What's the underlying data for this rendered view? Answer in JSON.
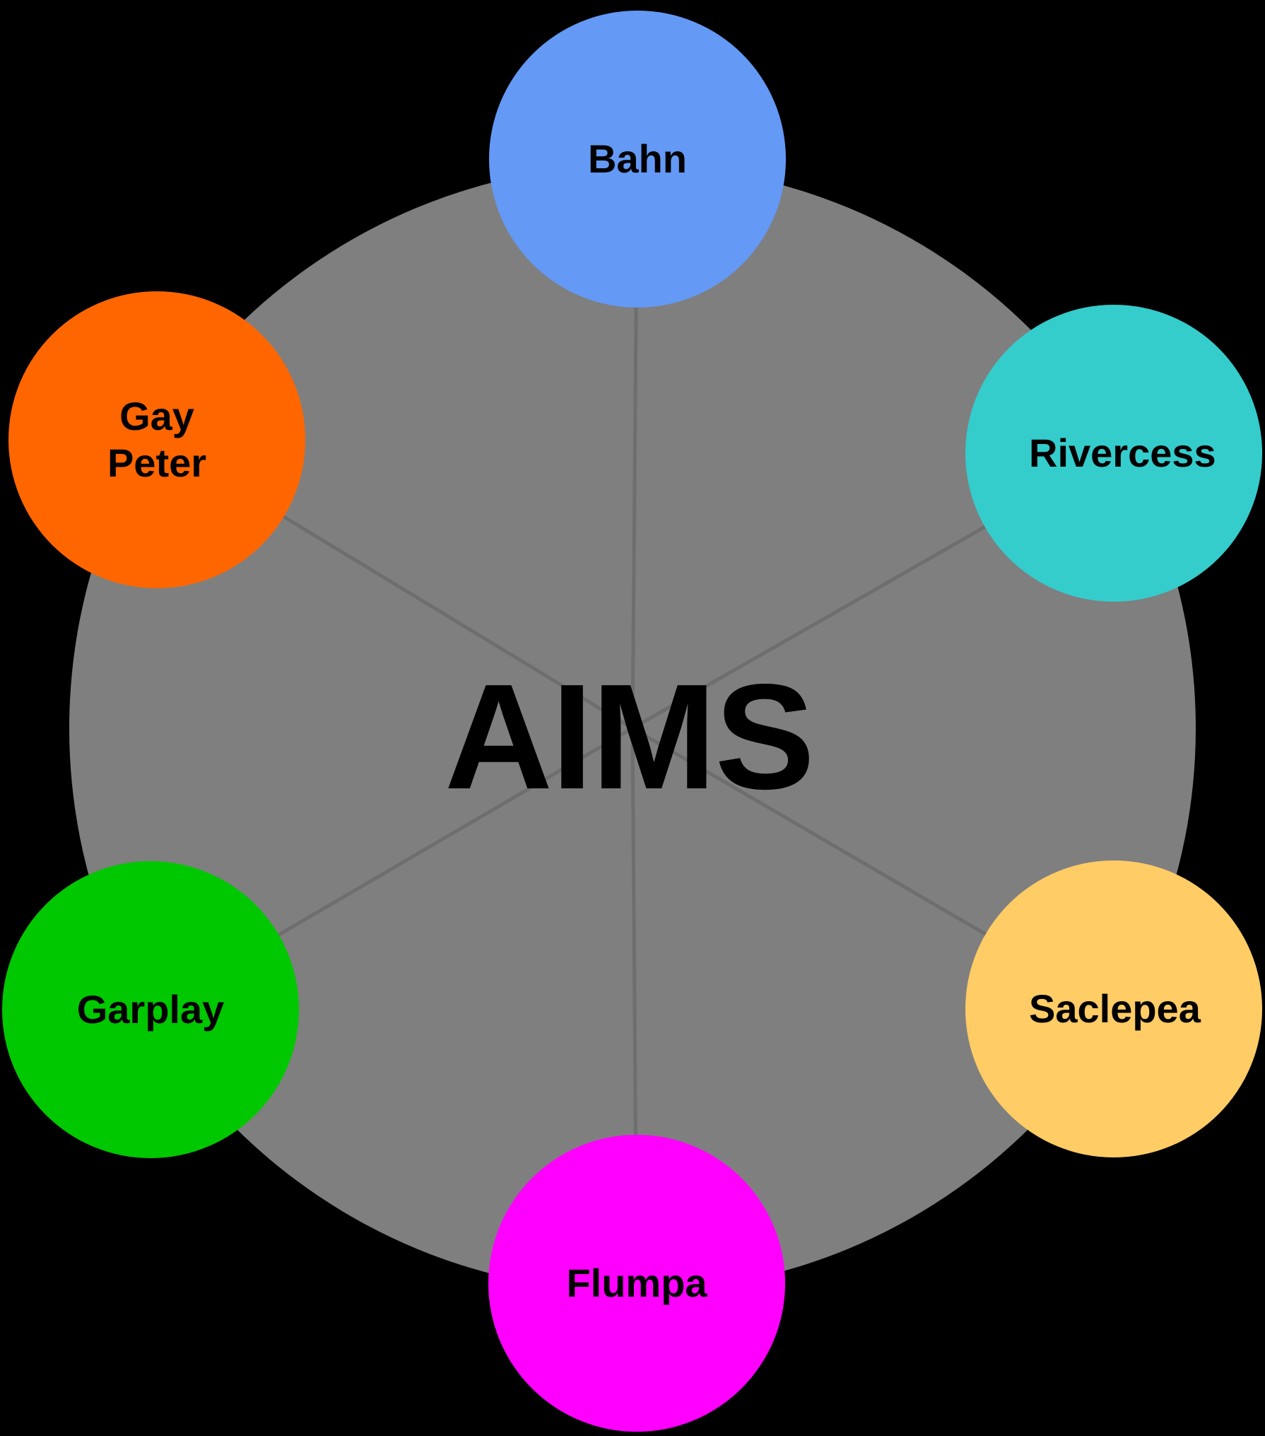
{
  "diagram": {
    "type": "radial",
    "background": "#000000",
    "hub": {
      "label": "AIMS",
      "fill": "#7f7f7f",
      "label_color": "#000000"
    },
    "spoke_color": "#6e6e6e",
    "nodes": [
      {
        "id": "bahn",
        "label": "Bahn",
        "fill": "#6499f5",
        "position": "top"
      },
      {
        "id": "rivercess",
        "label": "Rivercess",
        "fill": "#35cccc",
        "position": "upper-right"
      },
      {
        "id": "saclepea",
        "label": "Saclepea",
        "fill": "#ffcc66",
        "position": "lower-right"
      },
      {
        "id": "flumpa",
        "label": "Flumpa",
        "fill": "#ff00ff",
        "position": "bottom"
      },
      {
        "id": "garplay",
        "label": "Garplay",
        "fill": "#00c800",
        "position": "lower-left"
      },
      {
        "id": "gay-peter",
        "label": "Gay Peter",
        "fill": "#ff6600",
        "position": "upper-left"
      }
    ]
  }
}
